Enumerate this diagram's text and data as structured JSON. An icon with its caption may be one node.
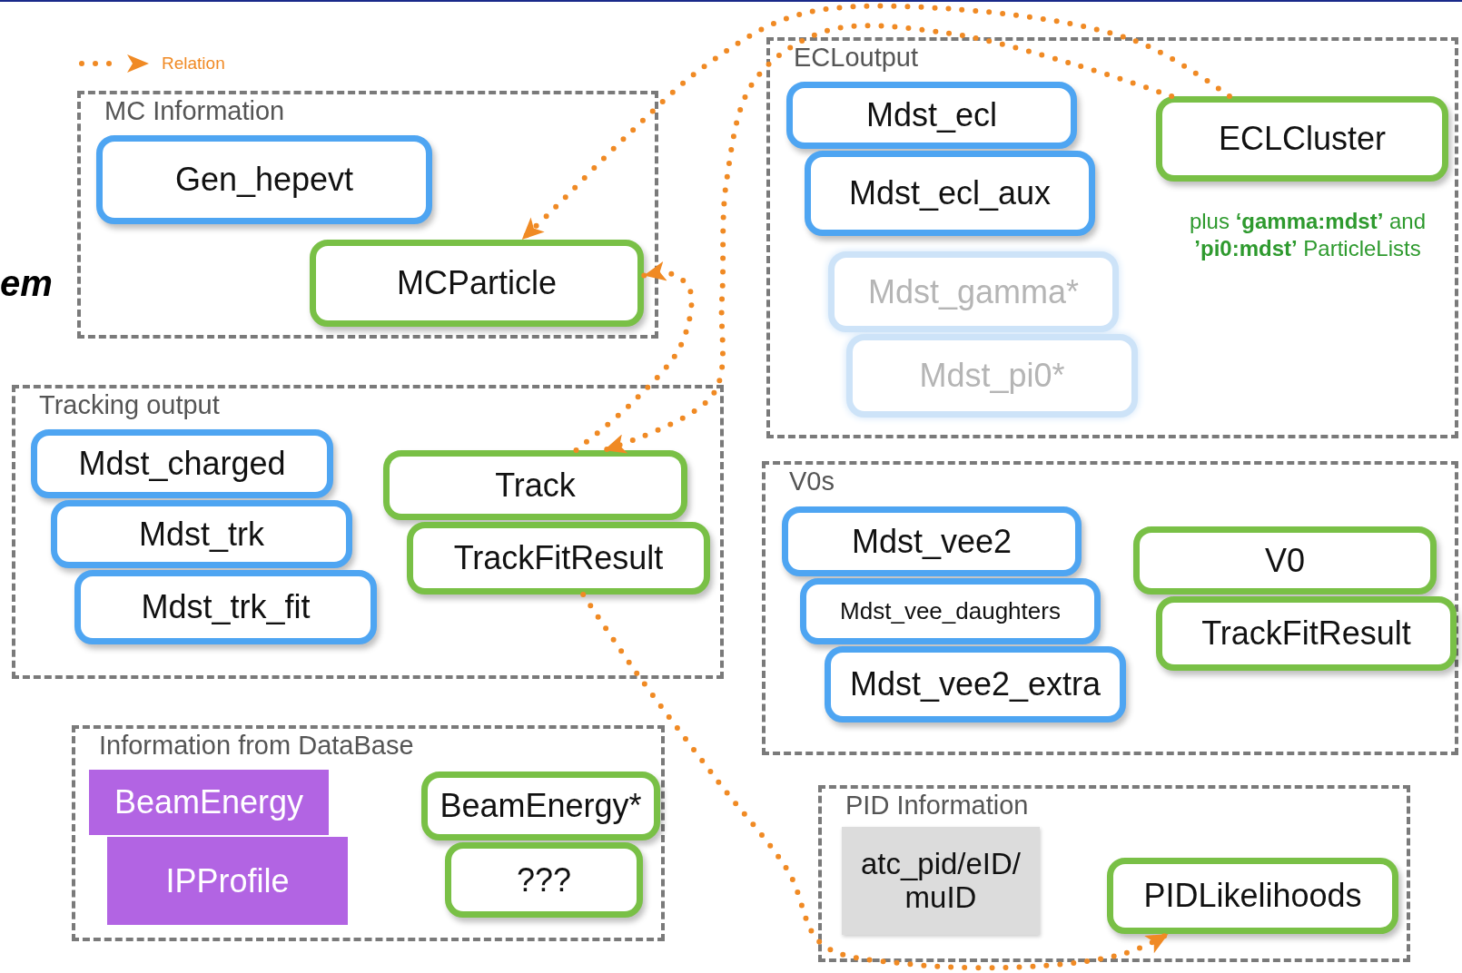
{
  "diagram": {
    "nodes": [
      {
        "text": [
          "MC Information"
        ]
      },
      {
        "text": [
          "Gen_hepevt"
        ],
        "in": 0
      },
      {
        "text": [
          "MCParticle"
        ],
        "in": 0
      },
      {
        "text": [
          "Tracking output"
        ]
      },
      {
        "text": [
          "Mdst_charged"
        ],
        "in": 3
      },
      {
        "text": [
          "Mdst_trk"
        ],
        "in": 3
      },
      {
        "text": [
          "Mdst_trk_fit"
        ],
        "in": 3
      },
      {
        "text": [
          "Track"
        ],
        "in": 3
      },
      {
        "text": [
          "TrackFitResult"
        ],
        "in": 3
      },
      {
        "text": [
          "Information from DataBase"
        ]
      },
      {
        "text": [
          "BeamEnergy"
        ],
        "in": 9
      },
      {
        "text": [
          "IPProfile"
        ],
        "in": 9
      },
      {
        "text": [
          "BeamEnergy*"
        ],
        "in": 9
      },
      {
        "text": [
          "???"
        ],
        "in": 9
      },
      {
        "text": [
          "ECLoutput"
        ]
      },
      {
        "text": [
          "Mdst_ecl"
        ],
        "in": 14
      },
      {
        "text": [
          "Mdst_ecl_aux"
        ],
        "in": 14
      },
      {
        "text": [
          "Mdst_gamma*"
        ],
        "in": 14
      },
      {
        "text": [
          "Mdst_pi0*"
        ],
        "in": 14
      },
      {
        "text": [
          "ECLCluster"
        ],
        "in": 14,
        "beside": [
          "plus **‘gamma:mdst’** and **’pi0:mdst’** ParticleLists"
        ]
      },
      {
        "text": [
          "V0s"
        ]
      },
      {
        "text": [
          "Mdst_vee2"
        ],
        "in": 20
      },
      {
        "text": [
          "Mdst_vee_daughters"
        ],
        "in": 20
      },
      {
        "text": [
          "Mdst_vee2_extra"
        ],
        "in": 20
      },
      {
        "text": [
          "V0"
        ],
        "in": 20
      },
      {
        "text": [
          "TrackFitResult"
        ],
        "in": 20
      },
      {
        "text": [
          "PID Information"
        ]
      },
      {
        "text": [
          "atc_pid/eID/ muID"
        ],
        "in": 26
      },
      {
        "text": [
          "PIDLikelihoods"
        ],
        "in": 26
      }
    ],
    "edges": [
      {
        "from": 19,
        "to": 2,
        "arrow": "to"
      },
      {
        "from": 19,
        "to": 7,
        "arrow": "to"
      },
      {
        "from": 7,
        "to": 2,
        "arrow": "to"
      },
      {
        "from": 8,
        "to": 28,
        "arrow": "to"
      }
    ],
    "labels": [
      "em"
    ],
    "legend": [
      {
        "text": "Relation"
      }
    ]
  }
}
